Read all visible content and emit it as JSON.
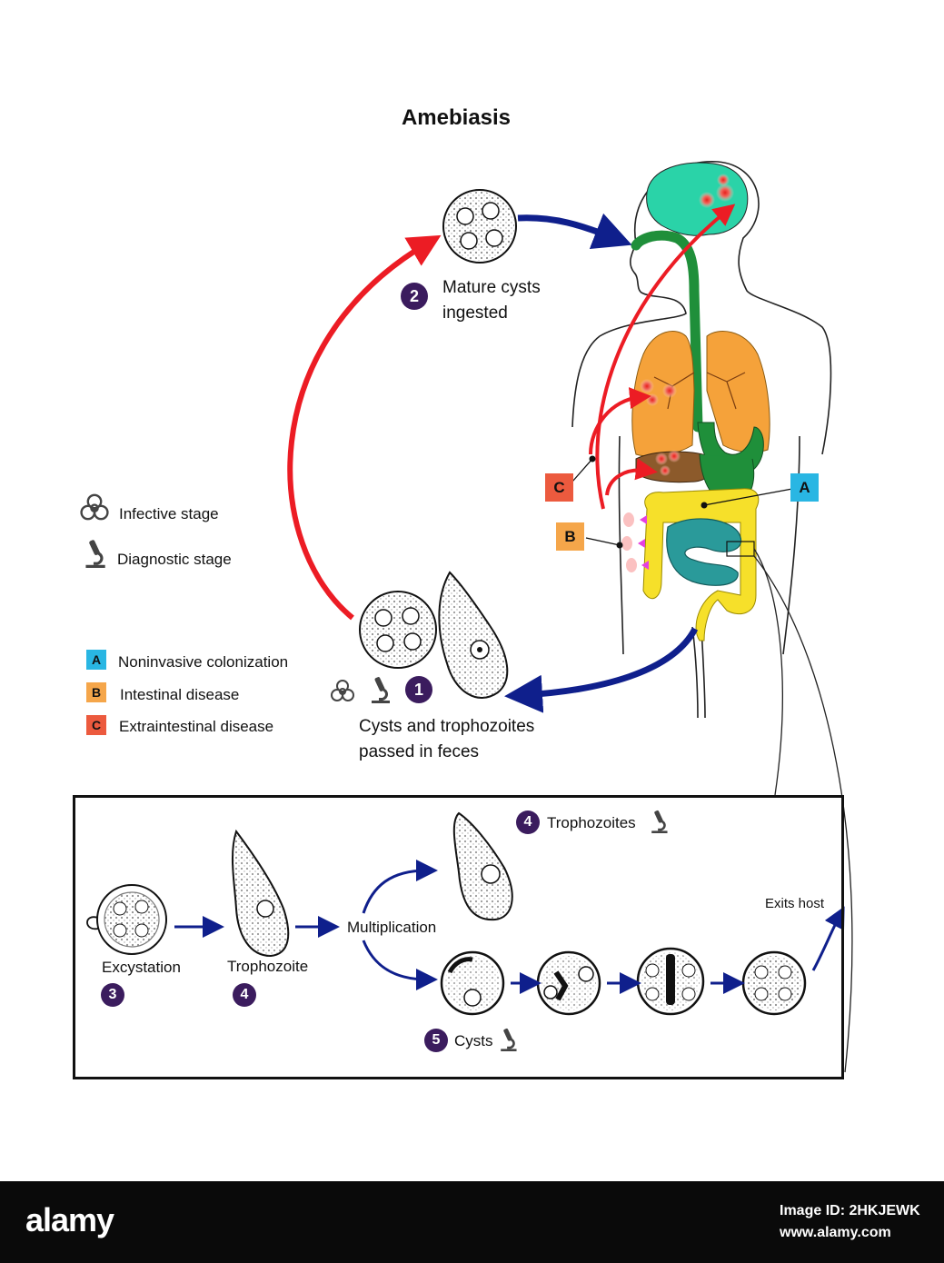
{
  "title": "Amebiasis",
  "labels": {
    "mature_cysts": "Mature cysts\ningested",
    "cysts_trophs": "Cysts and trophozoites\npassed in feces",
    "excystation": "Excystation",
    "trophozoite": "Trophozoite",
    "multiplication": "Multiplication",
    "trophozoites": "Trophozoites",
    "cysts": "Cysts",
    "exits_host": "Exits host"
  },
  "steps": {
    "one": "1",
    "two": "2",
    "three": "3",
    "four": "4",
    "four_b": "4",
    "five": "5"
  },
  "legend": {
    "infective": "Infective stage",
    "diagnostic": "Diagnostic stage",
    "a_letter": "A",
    "a_text": "Noninvasive colonization",
    "b_letter": "B",
    "b_text": "Intestinal disease",
    "c_letter": "C",
    "c_text": "Extraintestinal disease"
  },
  "body_tags": {
    "a": "A",
    "b": "B",
    "c": "C"
  },
  "footer": {
    "brand": "alamy",
    "image_id": "Image ID: 2HKJEWK",
    "url": "www.alamy.com"
  },
  "colors": {
    "tag_a": "#29b6e3",
    "tag_b": "#f5a64a",
    "tag_c": "#ec5a3e",
    "step_circle": "#3b1c5e",
    "red_arrow": "#ec1c24",
    "blue_arrow": "#0f1f8c",
    "brain": "#2ad3a8",
    "lungs": "#f5a23a",
    "stomach": "#1f8f3a",
    "liver": "#8c5a2b",
    "colon": "#f6e02a",
    "small_intestine": "#2a9a9a"
  },
  "icons": [
    "biohazard-icon",
    "microscope-icon"
  ]
}
